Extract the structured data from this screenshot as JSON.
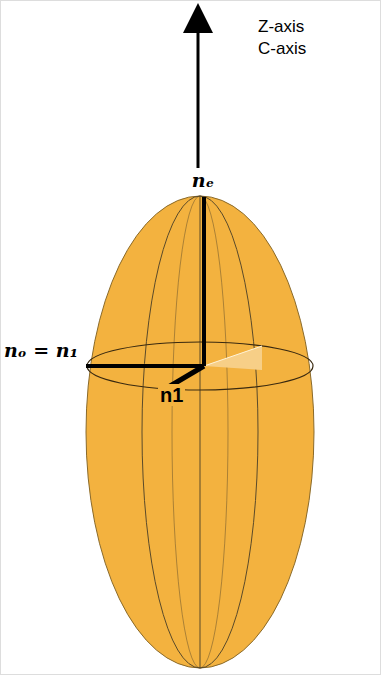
{
  "diagram": {
    "labels": [
      "Z-axis",
      "C-axis",
      "nₑ",
      "nₒ = n₁",
      "n1"
    ]
  }
}
